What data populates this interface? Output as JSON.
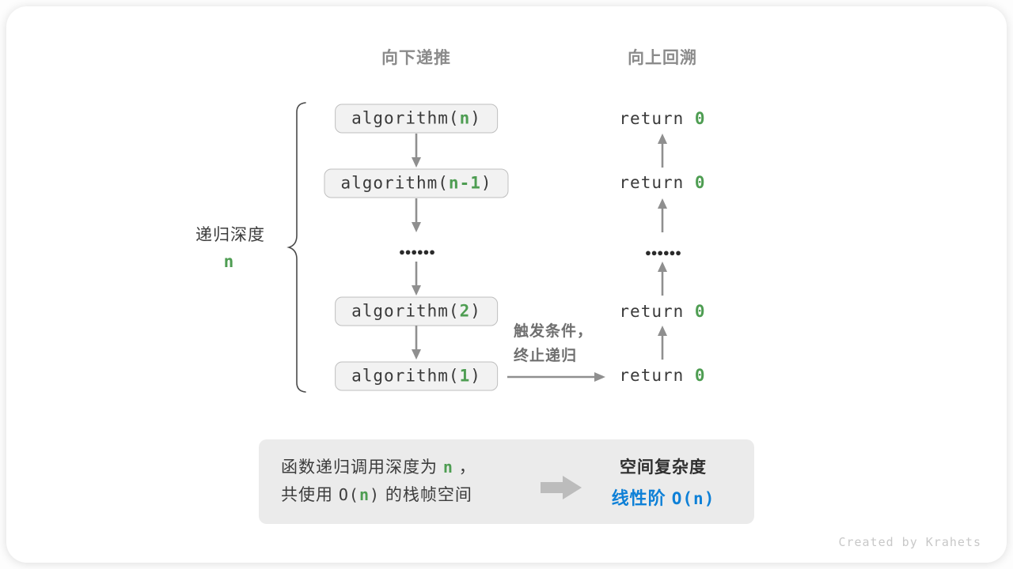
{
  "headers": {
    "downward": "向下递推",
    "upward": "向上回溯"
  },
  "depth_label": {
    "text": "递归深度",
    "var": "n"
  },
  "calls": [
    {
      "pre": "algorithm(",
      "param": "n",
      "post": ")"
    },
    {
      "pre": "algorithm(",
      "param": "n-1",
      "post": ")"
    },
    {
      "pre": "algorithm(",
      "param": "2",
      "post": ")"
    },
    {
      "pre": "algorithm(",
      "param": "1",
      "post": ")"
    }
  ],
  "returns": [
    {
      "pre": "return ",
      "value": "0"
    },
    {
      "pre": "return ",
      "value": "0"
    },
    {
      "pre": "return ",
      "value": "0"
    },
    {
      "pre": "return ",
      "value": "0"
    }
  ],
  "ellipsis": "••••••",
  "trigger": {
    "line1": "触发条件，",
    "line2": "终止递归"
  },
  "summary": {
    "line1_pre": "函数递归调用深度为 ",
    "line1_var": "n",
    "line1_post": " ，",
    "line2_pre": "共使用 ",
    "line2_code_open": "O(",
    "line2_var": "n",
    "line2_code_close": ")",
    "line2_post": " 的栈帧空间",
    "result_title": "空间复杂度",
    "result_pre": "线性阶 ",
    "result_code": "O(n)"
  },
  "credit": "Created by Krahets",
  "colors": {
    "green": "#4e9d52",
    "blue": "#0e80d7",
    "arrow": "#8f8f8f",
    "heading": "#8b8b8b",
    "boxbg": "#f2f2f2",
    "boxborder": "#bfbfbf",
    "summarybg": "#ebebeb",
    "blockarrow": "#bcbcbc",
    "credit": "#c8c8c8"
  }
}
